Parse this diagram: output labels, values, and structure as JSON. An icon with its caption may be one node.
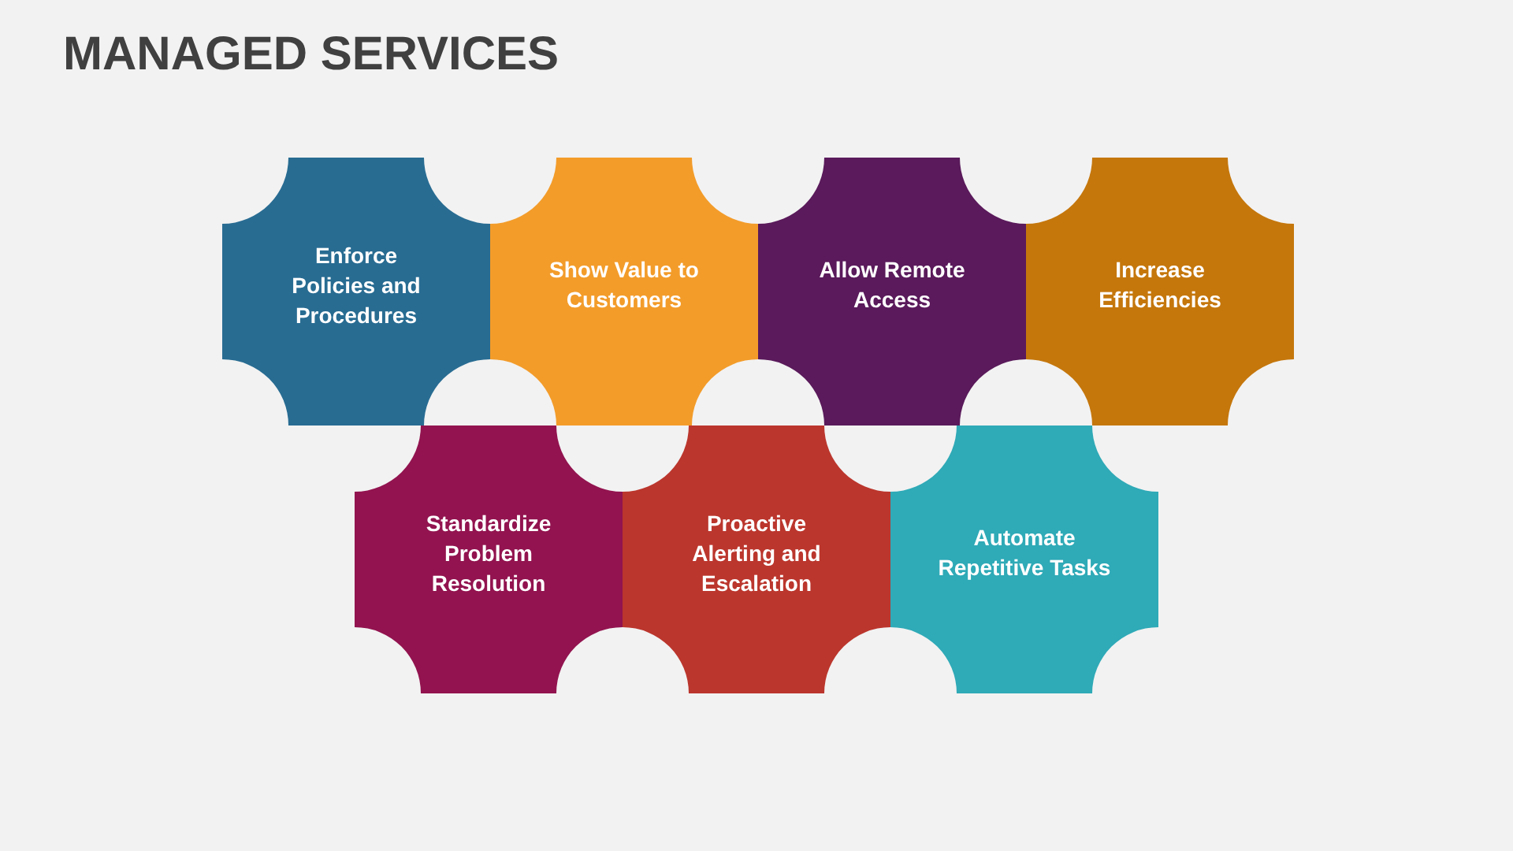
{
  "diagram": {
    "title": "MANAGED SERVICES",
    "nodes": [
      {
        "text": [
          "Enforce Policies and Procedures"
        ]
      },
      {
        "text": [
          "Show Value to Customers"
        ]
      },
      {
        "text": [
          "Allow Remote Access"
        ]
      },
      {
        "text": [
          "Increase Efficiencies"
        ]
      },
      {
        "text": [
          "Standardize Problem Resolution"
        ]
      },
      {
        "text": [
          "Proactive Alerting and Escalation"
        ]
      },
      {
        "text": [
          "Automate Repetitive Tasks"
        ]
      }
    ]
  }
}
